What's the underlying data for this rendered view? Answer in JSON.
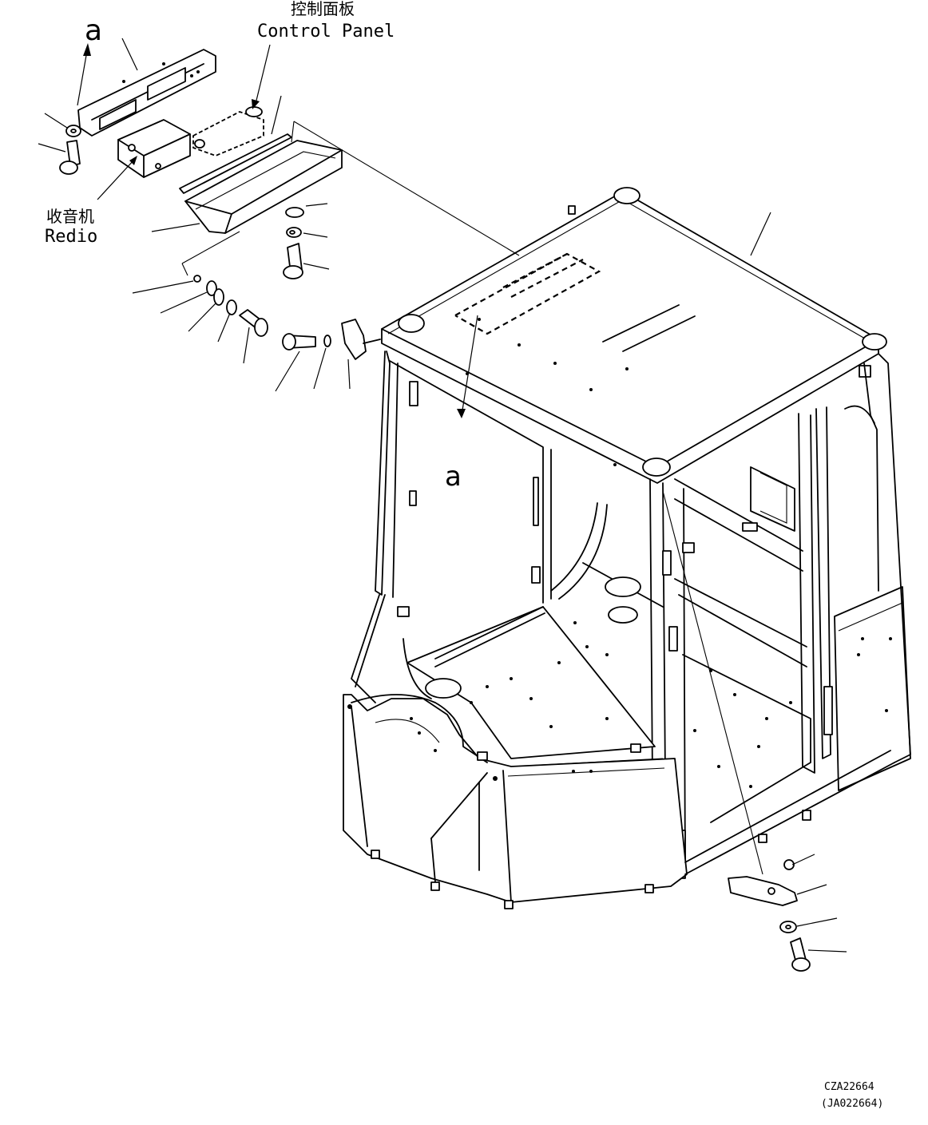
{
  "labels": {
    "control_panel_cn": "控制面板",
    "control_panel_en": "Control Panel",
    "radio_cn": "收音机",
    "radio_en": "Redio",
    "view_ref_top": "a",
    "view_ref_cab": "a",
    "drawing_no": "CZA22664",
    "drawing_no_alt": "(JA022664)"
  }
}
